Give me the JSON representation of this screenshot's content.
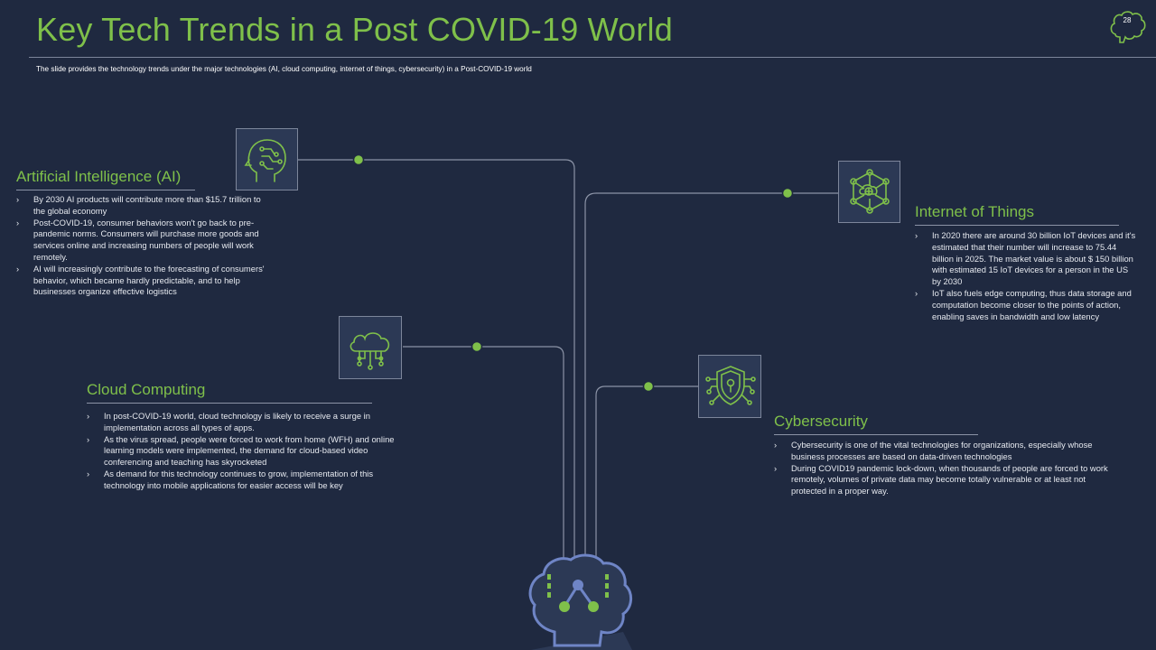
{
  "slide": {
    "title": "Key Tech Trends in a Post COVID-19 World",
    "subtitle": "The slide provides the technology trends under  the major technologies (AI, cloud computing, internet of things, cybersecurity) in a Post-COVID-19 world",
    "page_number": "28"
  },
  "colors": {
    "background": "#1f2940",
    "accent_green": "#7fc04a",
    "line": "#8b93a6",
    "icon_blue": "#6f85c6"
  },
  "sections": {
    "ai": {
      "heading": "Artificial Intelligence (AI)",
      "icon": "ai-head-icon",
      "bullets": [
        "By 2030 AI products will contribute more than $15.7 trillion to the global economy",
        "Post-COVID-19, consumer behaviors won't go back to pre-pandemic norms. Consumers will purchase more goods and services online and increasing numbers of people will work remotely.",
        "AI will increasingly contribute to the forecasting of consumers' behavior, which became hardly predictable, and to help businesses organize effective logistics"
      ]
    },
    "iot": {
      "heading": "Internet of Things",
      "icon": "iot-network-icon",
      "bullets": [
        "In 2020 there are around 30 billion IoT devices and it's estimated that their number will increase to 75.44 billion in 2025. The market value is about $ 150 billion with estimated 15 IoT devices for a person in the US by 2030",
        "IoT also fuels edge computing, thus data storage and computation become closer to the points of action, enabling saves in bandwidth and low latency"
      ]
    },
    "cloud": {
      "heading": "Cloud Computing",
      "icon": "cloud-circuit-icon",
      "bullets": [
        "In post-COVID-19 world, cloud technology is likely to receive a surge in implementation across all types of apps.",
        "As the virus spread, people were forced to work from home (WFH) and online learning models were implemented, the demand for cloud-based video conferencing and teaching has skyrocketed",
        "As demand for this technology continues to grow, implementation of this technology into mobile applications for easier access will be key"
      ]
    },
    "cyber": {
      "heading": "Cybersecurity",
      "icon": "shield-lock-icon",
      "bullets": [
        "Cybersecurity is one of the vital technologies for organizations, especially whose business processes are based on data-driven technologies",
        "During COVID19 pandemic lock-down, when thousands of people are forced to work remotely, volumes of private data may become totally vulnerable or at least not protected in a proper way."
      ]
    }
  }
}
